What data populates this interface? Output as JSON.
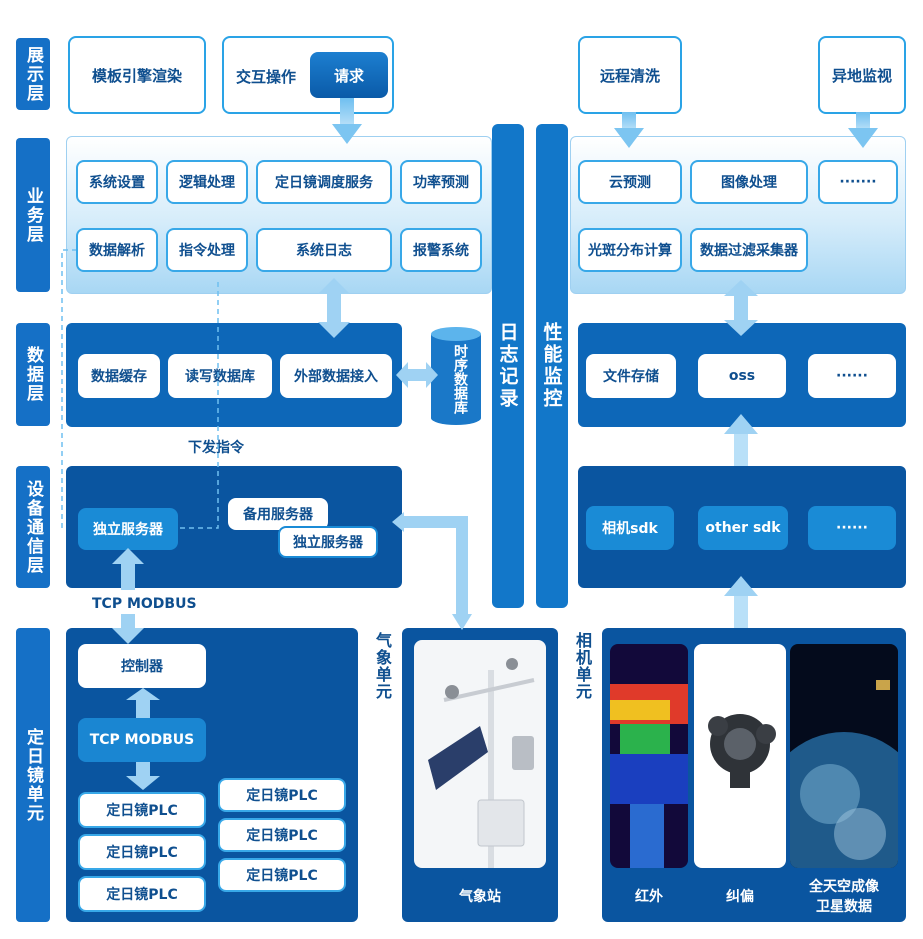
{
  "layers": {
    "display": "展示层",
    "business": "业务层",
    "data": "数据层",
    "device": "设备通信层",
    "heliostat": "定日镜单元"
  },
  "display_row": {
    "template_render": "模板引擎渲染",
    "interaction": "交互操作",
    "request": "请求",
    "remote_clean": "远程清洗",
    "remote_monitor": "异地监视"
  },
  "business_row": {
    "left": [
      "系统设置",
      "逻辑处理",
      "定日镜调度服务",
      "功率预测",
      "数据解析",
      "指令处理",
      "系统日志",
      "报警系统"
    ],
    "right": [
      "云预测",
      "图像处理",
      "·······",
      "光斑分布计算",
      "数据过滤采集器"
    ]
  },
  "columns": {
    "log": "日志记录",
    "perf": "性能监控"
  },
  "data_row": {
    "left": [
      "数据缓存",
      "读写数据库",
      "外部数据接入"
    ],
    "tsdb": "时序数据库",
    "right": [
      "文件存储",
      "oss",
      "······"
    ],
    "dispatch_label": "下发指令"
  },
  "device_row": {
    "standalone": "独立服务器",
    "backup": "备用服务器",
    "standalone2": "独立服务器",
    "right": [
      "相机sdk",
      "other sdk",
      "······"
    ],
    "tcp_label": "TCP MODBUS"
  },
  "heliostat_unit": {
    "controller": "控制器",
    "tcp": "TCP MODBUS",
    "plc_left": [
      "定日镜PLC",
      "定日镜PLC",
      "定日镜PLC"
    ],
    "plc_right": [
      "定日镜PLC",
      "定日镜PLC",
      "定日镜PLC"
    ]
  },
  "weather_unit": {
    "title": "气象单元",
    "station": "气象站"
  },
  "camera_unit": {
    "title": "相机单元",
    "infrared": "红外",
    "correction": "纠偏",
    "sky_line1": "全天空成像",
    "sky_line2": "卫星数据"
  },
  "colors": {
    "primary": "#1570c6",
    "dark": "#0a55a0",
    "accent": "#2aa3e6"
  }
}
